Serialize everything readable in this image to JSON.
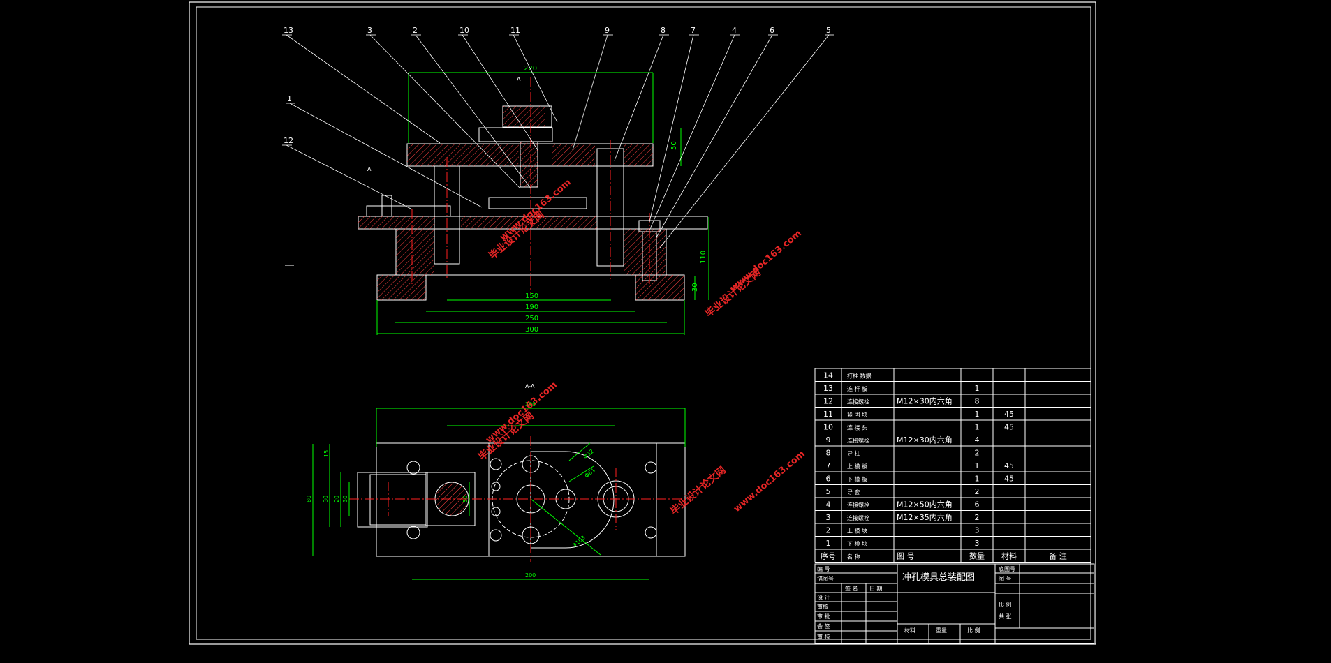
{
  "colors": {
    "background": "#000000",
    "outline": "#ffffff",
    "dimension": "#00ff00",
    "centerline": "#ff2020",
    "hatch": "#ff4040",
    "watermark": "#ff2a2a"
  },
  "front_view": {
    "leaders": [
      "13",
      "3",
      "2",
      "10",
      "11",
      "9",
      "8",
      "7",
      "4",
      "6",
      "5",
      "1",
      "12"
    ],
    "section_marks": [
      "A",
      "A"
    ],
    "dims": {
      "top_width": "220",
      "upper_height": "50",
      "d150": "150",
      "d190": "190",
      "d250": "250",
      "d300": "300",
      "right_height": "110",
      "base_height": "30"
    }
  },
  "top_view": {
    "section_label": "A-A",
    "dims": {
      "top_overall": "300",
      "bottom_overall": "200",
      "d15": "15",
      "d80": "80",
      "d30a": "30",
      "d20": "20",
      "d30b": "30",
      "d50": "50",
      "phi32": "Φ32",
      "phi61": "Φ61",
      "phi103": "Φ103"
    }
  },
  "watermark": {
    "cn": "毕业设计论文网",
    "url": "www.doc163.com"
  },
  "parts_list": {
    "rows": [
      {
        "no": "14",
        "name": "打柱 数据",
        "drawing": "",
        "qty": "",
        "material": "",
        "note": ""
      },
      {
        "no": "13",
        "name": "连 杆 板",
        "drawing": "",
        "qty": "1",
        "material": "",
        "note": ""
      },
      {
        "no": "12",
        "name": "连接螺栓",
        "drawing": "M12×30内六角",
        "qty": "8",
        "material": "",
        "note": ""
      },
      {
        "no": "11",
        "name": "紧 固 块",
        "drawing": "",
        "qty": "1",
        "material": "45",
        "note": ""
      },
      {
        "no": "10",
        "name": "连 接 头",
        "drawing": "",
        "qty": "1",
        "material": "45",
        "note": ""
      },
      {
        "no": "9",
        "name": "连接螺栓",
        "drawing": "M12×30内六角",
        "qty": "4",
        "material": "",
        "note": ""
      },
      {
        "no": "8",
        "name": "导 柱",
        "drawing": "",
        "qty": "2",
        "material": "",
        "note": ""
      },
      {
        "no": "7",
        "name": "上 模 板",
        "drawing": "",
        "qty": "1",
        "material": "45",
        "note": ""
      },
      {
        "no": "6",
        "name": "下 模 板",
        "drawing": "",
        "qty": "1",
        "material": "45",
        "note": ""
      },
      {
        "no": "5",
        "name": "导 套",
        "drawing": "",
        "qty": "2",
        "material": "",
        "note": ""
      },
      {
        "no": "4",
        "name": "连接螺栓",
        "drawing": "M12×50内六角",
        "qty": "6",
        "material": "",
        "note": ""
      },
      {
        "no": "3",
        "name": "连接螺栓",
        "drawing": "M12×35内六角",
        "qty": "2",
        "material": "",
        "note": ""
      },
      {
        "no": "2",
        "name": "上 模 块",
        "drawing": "",
        "qty": "3",
        "material": "",
        "note": ""
      },
      {
        "no": "1",
        "name": "下 模 块",
        "drawing": "",
        "qty": "3",
        "material": "",
        "note": ""
      }
    ],
    "header": {
      "no": "序号",
      "name": "名  称",
      "drawing": "图  号",
      "qty": "数量",
      "material": "材料",
      "note": "备  注"
    }
  },
  "title_block": {
    "title": "冲孔模具总装配图",
    "labels": {
      "tl1": "编 号",
      "tl2": "描图号",
      "tr1": "底图号",
      "tr2": "图 号",
      "sig1": "签 名",
      "sig2": "日 期",
      "r1": "设 计",
      "r2": "审核",
      "r3": "审 批",
      "r4": "会 签",
      "r5": "审 核",
      "scale": "比 例",
      "sheet": "共 张",
      "b1": "材料",
      "b2": "重量",
      "b3": "比 例"
    }
  }
}
